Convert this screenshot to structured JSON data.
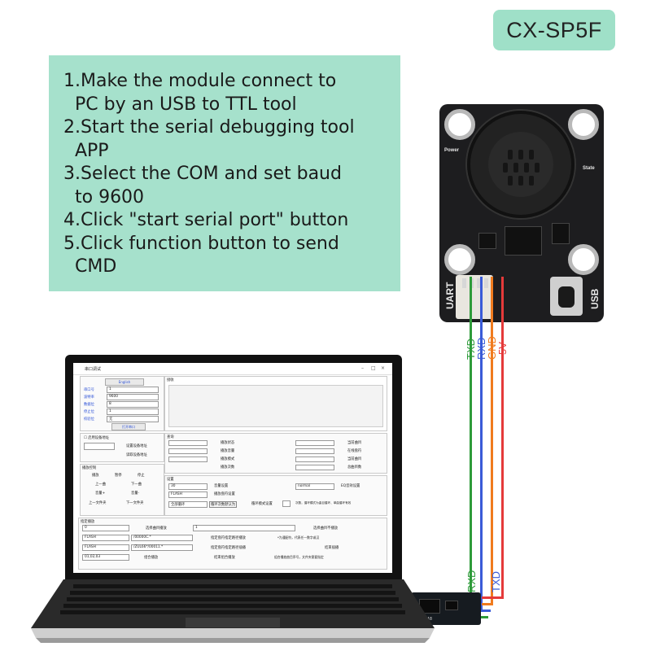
{
  "badge": {
    "model": "CX-SP5F"
  },
  "instructions": [
    "1.Make the module connect to",
    "  PC by an USB to TTL tool",
    "2.Start the serial debugging tool",
    "  APP",
    "3.Select the COM and set baud",
    "  to 9600",
    "4.Click \"start serial port\" button",
    "5.Click function button to send",
    "  CMD"
  ],
  "board": {
    "uart_label": "UART",
    "usb_label": "USB",
    "power_label": "Power",
    "state_label": "State"
  },
  "wires": {
    "top": [
      "TXD",
      "RXD",
      "GND",
      "5V"
    ],
    "bottom": [
      "RXD",
      "TXD"
    ],
    "colors": {
      "txd": "#2e9b3a",
      "rxd": "#3a5bd8",
      "gnd": "#f07b1e",
      "v5": "#e53a3a"
    }
  },
  "app": {
    "title": "串口调试",
    "language": "English",
    "settings": {
      "port_label": "串口号",
      "port_value": "1",
      "baud_label": "波特率",
      "baud_value": "9600",
      "databits_label": "数据位",
      "databits_value": "8",
      "stopbits_label": "停止位",
      "stopbits_value": "1",
      "parity_label": "校验位",
      "parity_value": "无",
      "open_button": "打开串口"
    },
    "receive_label": "接收",
    "device_addr": {
      "checkbox_label": "启用设备地址",
      "set_button": "设置设备地址",
      "read_button": "读取设备地址"
    },
    "playback": {
      "title": "播放控制",
      "buttons": [
        "播放",
        "暂停",
        "停止",
        "上一曲",
        "下一曲",
        "音量+",
        "音量-",
        "上一文件夹",
        "下一文件夹"
      ]
    },
    "query": {
      "title": "查询",
      "items": [
        "播放状态",
        "当前曲目",
        "播放音量",
        "在线盘符",
        "播放模式",
        "当前曲目",
        "播放次数",
        "总曲目数"
      ]
    },
    "config": {
      "title": "设置",
      "volume_value": "30",
      "volume_button": "音量设置",
      "eq_value": "normal",
      "eq_button": "EQ音效设置",
      "disk_value": "FLASH",
      "disk_button": "播放盘符设置",
      "loop_value": "全部循环",
      "loop_link": "循环次数默认为",
      "loop_button": "循环模式设置",
      "note": "次数，循环模式为曲目循环、单曲循环有效"
    },
    "specify": {
      "title": "指定播放",
      "row1_value": "0",
      "row1_button": "选择曲目播放",
      "row1_value2": "1",
      "row1_button2": "选择曲目不播放",
      "row2_disk": "FLASH",
      "row2_value": "/00000C.*",
      "row2_button": "指定盘符指定路径播放",
      "row2_note": "*为通配符，代表任一数字或汉",
      "row3_disk": "FLASH",
      "row3_value": "/ZUL66*/00011.*",
      "row3_button": "指定盘符指定路径插播",
      "row3_button2": "结束插播",
      "row4_value": "01,02,03",
      "row4_button": "组合播放",
      "row4_button2": "结束组合播放",
      "row4_note": "组合播放曲目序号，文件夹需要指定"
    }
  },
  "ttl_label": "CX-348"
}
